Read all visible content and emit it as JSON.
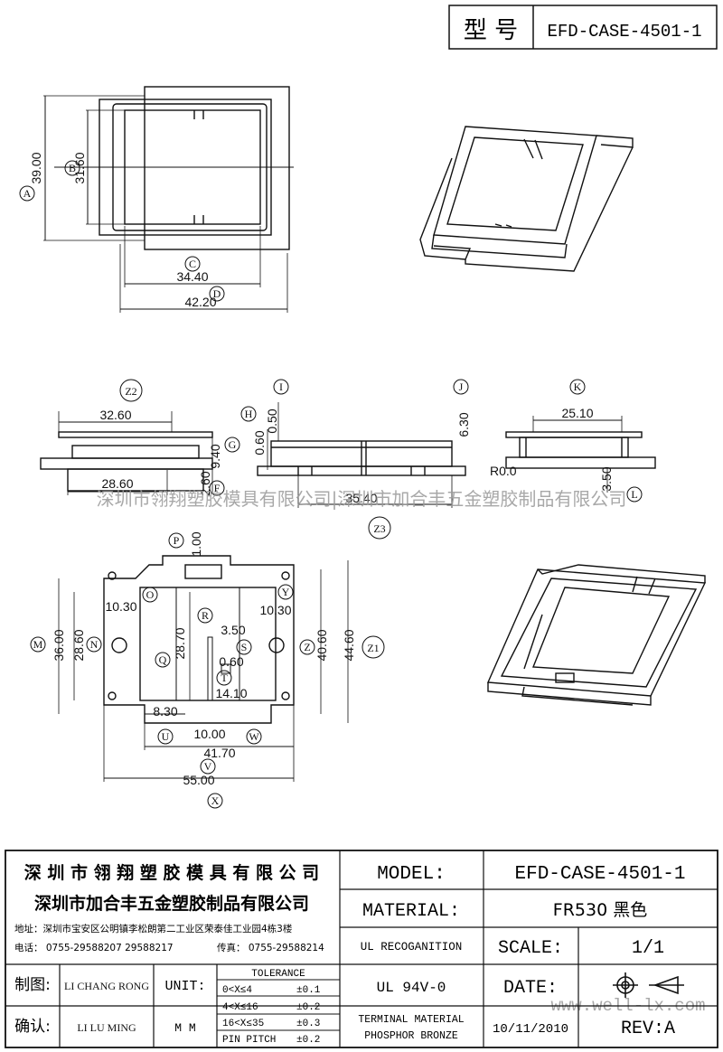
{
  "header": {
    "model_label": "型 号",
    "model_value": "EFD-CASE-4501-1"
  },
  "watermark": {
    "text": "深圳市翎翔塑胶模具有限公司|深圳市加合丰五金塑胶制品有限公司",
    "site": "www.well-lx.com"
  },
  "views": {
    "top": {
      "dims": [
        "39.00",
        "31.60",
        "34.40",
        "42.20"
      ],
      "labels": [
        "A",
        "B",
        "C",
        "D"
      ]
    },
    "front": {
      "dims": [
        "32.60",
        "28.60",
        "9.40",
        "2.60"
      ],
      "labels": [
        "Z2",
        "G",
        "F"
      ]
    },
    "side": {
      "dims": [
        "0.50",
        "0.60",
        "6.30",
        "35.40"
      ],
      "labels": [
        "I",
        "J",
        "H",
        "Z3"
      ]
    },
    "right": {
      "dims": [
        "25.10",
        "3.50",
        "R0.0"
      ],
      "labels": [
        "K",
        "L"
      ]
    },
    "bottom": {
      "dims": [
        "1.00",
        "10.30",
        "10.30",
        "36.00",
        "28.60",
        "28.70",
        "3.50",
        "0.60",
        "14.10",
        "40.60",
        "44.60",
        "8.30",
        "10.00",
        "41.70",
        "55.00"
      ],
      "labels": [
        "P",
        "O",
        "Y",
        "M",
        "N",
        "R",
        "Q",
        "S",
        "T",
        "Z",
        "Z1",
        "U",
        "W",
        "V",
        "X"
      ]
    }
  },
  "title_block": {
    "company1": "深 圳 市 翎 翔 塑 胶 模 具 有 限 公 司",
    "company2": "深圳市加合丰五金塑胶制品有限公司",
    "address": "地址：深圳市宝安区公明镇李松朗第二工业区荣泰佳工业园4栋3楼",
    "phone": "电话： 0755-29588207  29588217",
    "fax": "传真： 0755-29588214",
    "model_label": "MODEL:",
    "model_value": "EFD-CASE-4501-1",
    "material_label": "MATERIAL:",
    "material_value": "FR530 黑色",
    "ul_label": "UL RECOGANITION",
    "scale_label": "SCALE:",
    "scale_value": "1/1",
    "ul_value": "UL 94V-0",
    "date_label": "DATE:",
    "drawn_label": "制图:",
    "drawn_name": "LI CHANG RONG",
    "unit_label": "UNIT:",
    "unit_value": "M M",
    "tolerance_title": "TOLERANCE",
    "tolerance_rows": [
      {
        "range": "0<X≤4",
        "value": "±0.1"
      },
      {
        "range": "4<X≤16",
        "value": "±0.2"
      },
      {
        "range": "16<X≤35",
        "value": "±0.3"
      },
      {
        "range": "PIN PITCH",
        "value": "±0.2"
      }
    ],
    "confirm_label": "确认:",
    "confirm_name": "LI LU MING",
    "terminal_label": "TERMINAL MATERIAL",
    "terminal_value": "PHOSPHOR  BRONZE",
    "date_value": "10/11/2010",
    "rev_label": "REV:A"
  }
}
